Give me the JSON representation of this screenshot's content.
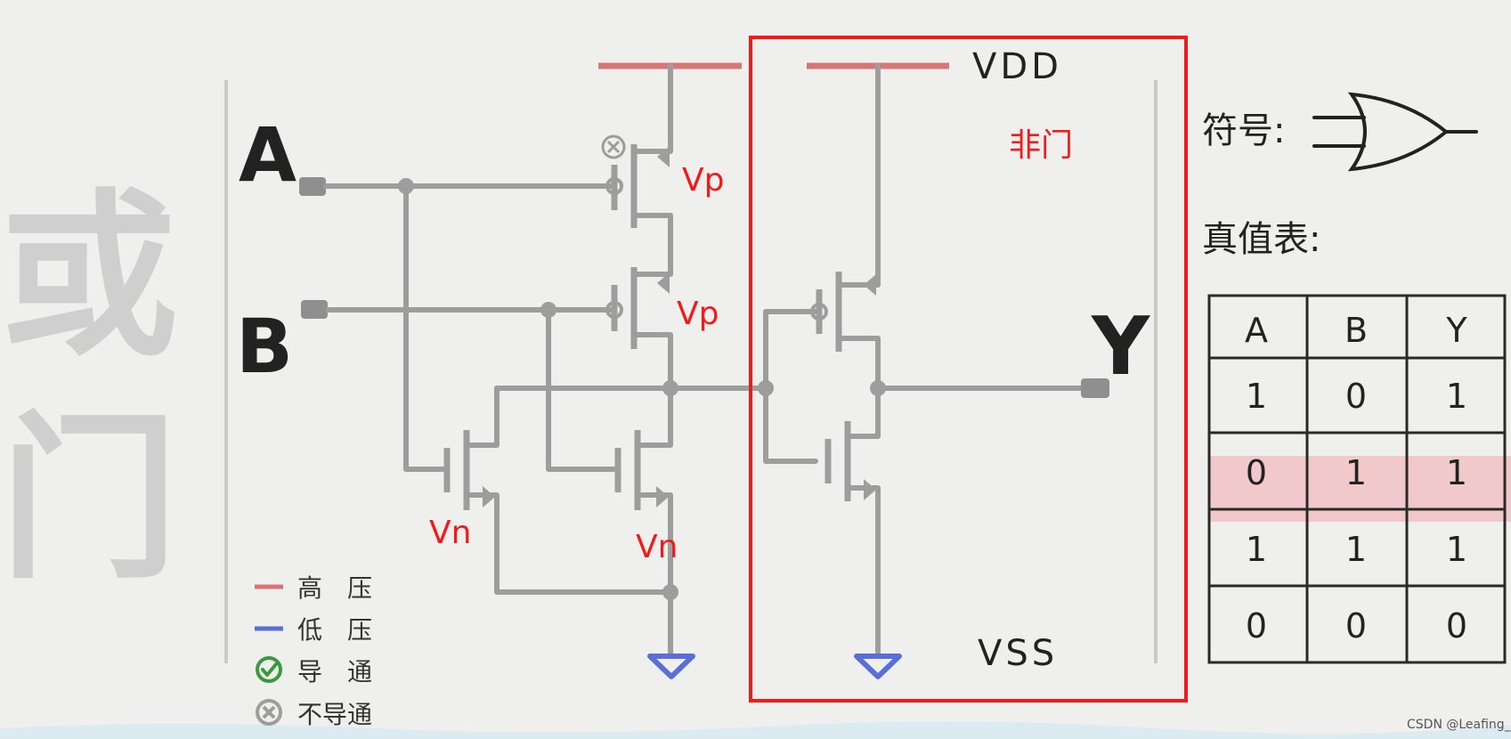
{
  "ghost_title": [
    "或",
    "门"
  ],
  "inputs": {
    "a": "A",
    "b": "B"
  },
  "output": "Y",
  "rails": {
    "vdd": "VDD",
    "vss": "VSS"
  },
  "transistor_labels": {
    "p_top": "Vp",
    "p_mid": "Vp",
    "n_left": "Vn",
    "n_right": "Vn"
  },
  "not_gate_label": "非门",
  "symbol_label": "符号:",
  "truth_table_label": "真值表:",
  "truth_table": {
    "headers": [
      "A",
      "B",
      "Y"
    ],
    "rows": [
      [
        "1",
        "0",
        "1"
      ],
      [
        "0",
        "1",
        "1"
      ],
      [
        "1",
        "1",
        "1"
      ],
      [
        "0",
        "0",
        "0"
      ]
    ],
    "highlighted_row": 1
  },
  "legend": [
    {
      "label": "高　压",
      "kind": "line",
      "color": "#d87575"
    },
    {
      "label": "低　压",
      "kind": "line",
      "color": "#5a6fd6"
    },
    {
      "label": "导　通",
      "kind": "check-icon",
      "color": "#3a9a3a"
    },
    {
      "label": "不导通",
      "kind": "cross-icon",
      "color": "#9d9d9d"
    }
  ],
  "watermark": "CSDN @Leafing_",
  "colors": {
    "high": "#d87575",
    "low": "#5a6fd6",
    "wire": "#9d9d9d",
    "highlight": "#f2c4c6",
    "annotation": "#ee1c1c"
  }
}
